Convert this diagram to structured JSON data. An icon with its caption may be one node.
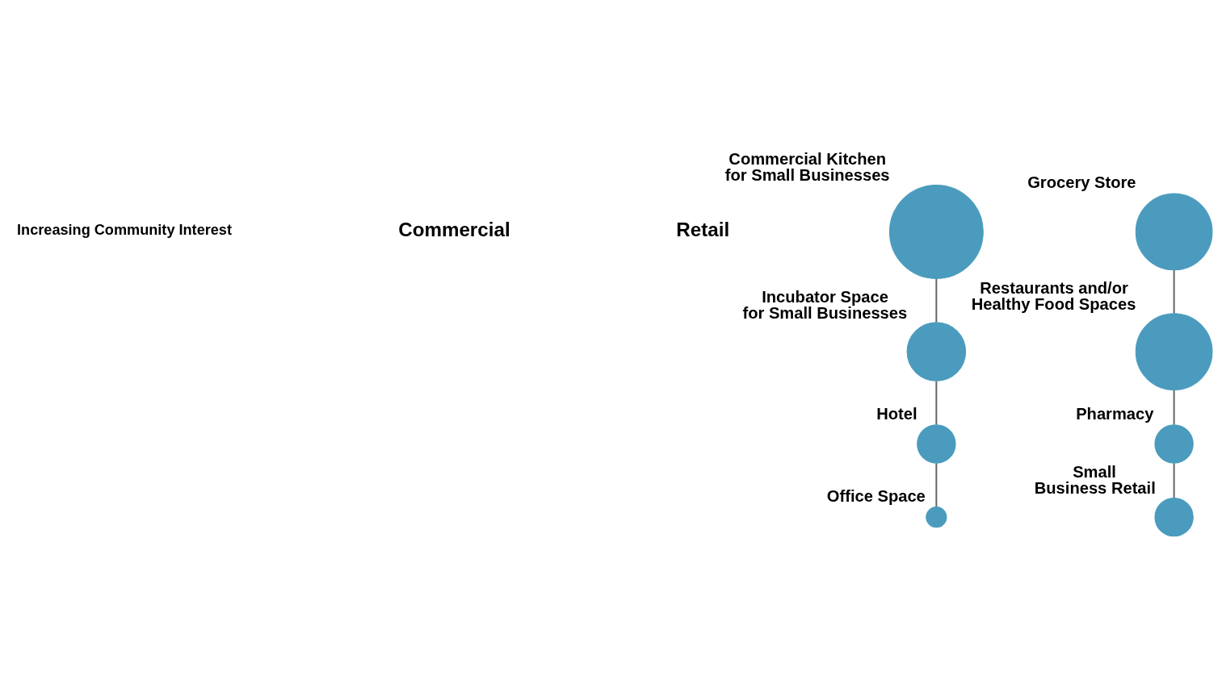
{
  "diagram": {
    "nodes": [
      {
        "text": [],
        "shape": "circle",
        "beside": [
          "Commercial Kitchen for Small Businesses"
        ]
      },
      {
        "text": [],
        "shape": "circle",
        "beside": [
          "Incubator Space for Small Businesses"
        ]
      },
      {
        "text": [],
        "shape": "circle",
        "beside": [
          "Hotel"
        ]
      },
      {
        "text": [],
        "shape": "circle",
        "beside": [
          "Office Space"
        ]
      },
      {
        "text": [],
        "shape": "circle",
        "beside": [
          "Grocery Store"
        ]
      },
      {
        "text": [],
        "shape": "circle",
        "beside": [
          "Restaurants and/or Healthy Food Spaces"
        ]
      },
      {
        "text": [],
        "shape": "circle",
        "beside": [
          "Pharmacy"
        ]
      },
      {
        "text": [],
        "shape": "circle",
        "beside": [
          "Small Business Retail"
        ]
      }
    ],
    "edges": [
      {
        "from": 0,
        "to": 1,
        "arrow": "none"
      },
      {
        "from": 1,
        "to": 2,
        "arrow": "none"
      },
      {
        "from": 2,
        "to": 3,
        "arrow": "none"
      },
      {
        "from": 4,
        "to": 5,
        "arrow": "none"
      },
      {
        "from": 5,
        "to": 6,
        "arrow": "none"
      },
      {
        "from": 6,
        "to": 7,
        "arrow": "none"
      }
    ],
    "labels": [
      "Commercial",
      "Retail",
      "Increasing Community Interest"
    ]
  }
}
